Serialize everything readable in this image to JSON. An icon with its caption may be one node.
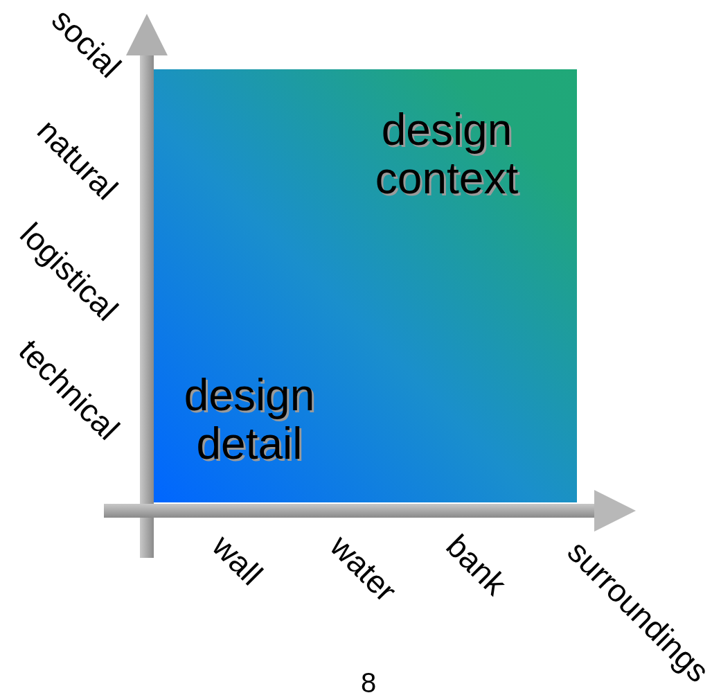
{
  "diagram": {
    "labels": [
      "social",
      "natural",
      "design context",
      "logistical",
      "technical",
      "design detail",
      "wall",
      "water",
      "bank",
      "surroundings",
      "8"
    ]
  }
}
